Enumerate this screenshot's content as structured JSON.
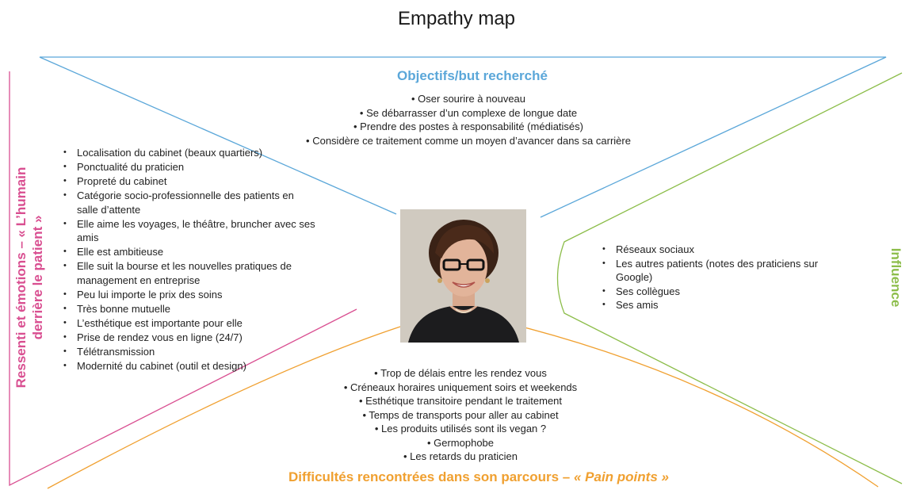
{
  "title": "Empathy map",
  "colors": {
    "objectifs": "#5ba7d9",
    "ressenti": "#d94f91",
    "influence": "#8cbd4a",
    "difficultes": "#f0a030"
  },
  "top": {
    "heading": "Objectifs/but recherché",
    "items": [
      "Oser sourire à nouveau",
      "Se débarrasser d’un complexe de longue date",
      "Prendre des postes à responsabilité (médiatisés)",
      "Considère ce traitement comme un moyen d’avancer dans sa carrière"
    ]
  },
  "left": {
    "heading_line1": "Ressenti et émotions – « L’humain",
    "heading_line2": "derrière le patient »",
    "items": [
      "Localisation du cabinet (beaux quartiers)",
      "Ponctualité du praticien",
      "Propreté du cabinet",
      "Catégorie socio-professionnelle des patients en salle d’attente",
      "Elle aime les voyages, le théâtre, bruncher avec ses amis",
      "Elle est ambitieuse",
      "Elle suit la bourse et les nouvelles pratiques de management en entreprise",
      "Peu lui importe le prix des soins",
      "Très bonne mutuelle",
      "L’esthétique est importante pour elle",
      "Prise de rendez vous en ligne (24/7)",
      "Télétransmission",
      "Modernité du cabinet (outil et design)"
    ]
  },
  "right": {
    "heading": "Influence",
    "items": [
      "Réseaux sociaux",
      " Les autres patients (notes des praticiens sur Google)",
      "Ses collègues",
      "Ses amis"
    ]
  },
  "bottom": {
    "heading_main": "Difficultés rencontrées dans son parcours – ",
    "heading_em": "« Pain points »",
    "items": [
      "Trop de délais entre les rendez vous",
      "Créneaux horaires uniquement soirs et weekends",
      "Esthétique transitoire pendant le traitement",
      "Temps de transports pour aller au cabinet",
      "Les produits utilisés sont ils vegan ?",
      "Germophobe",
      "Les retards du praticien"
    ]
  },
  "photo": {
    "subject": "persona-portrait"
  }
}
